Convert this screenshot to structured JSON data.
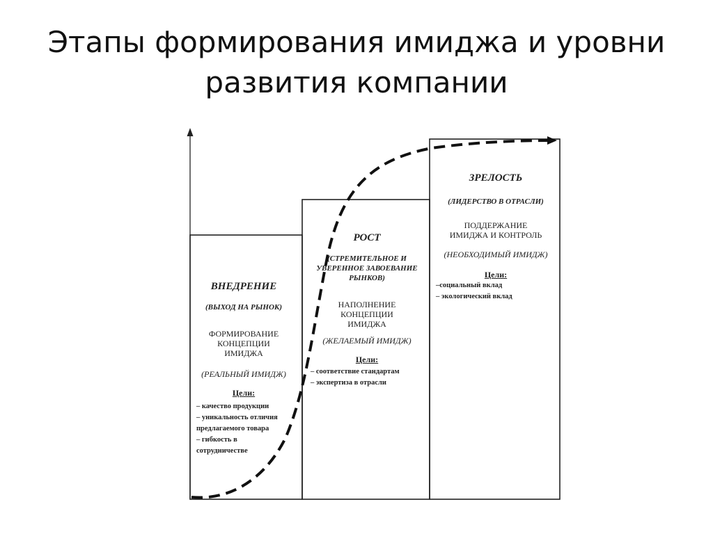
{
  "title": {
    "line1": "Этапы формирования имиджа и уровни",
    "line2": "развития компании"
  },
  "stages": [
    {
      "name": "ВНЕДРЕНИЕ",
      "market": "(ВЫХОД НА РЫНОК)",
      "process": "ФОРМИРОВАНИЕ КОНЦЕПЦИИ ИМИДЖА",
      "image_type": "(РЕАЛЬНЫЙ ИМИДЖ)",
      "goals_label": "Цели:",
      "goals": [
        "– качество продукции",
        "– уникальность отличия предлагаемого товара",
        "– гибкость в сотрудничестве"
      ]
    },
    {
      "name": "РОСТ",
      "market": "(СТРЕМИТЕЛЬНОЕ И УВЕРЕННОЕ ЗАВОЕВАНИЕ РЫНКОВ)",
      "process": "НАПОЛНЕНИЕ КОНЦЕПЦИИ ИМИДЖА",
      "image_type": "(ЖЕЛАЕМЫЙ ИМИДЖ)",
      "goals_label": "Цели:",
      "goals": [
        "– соответствие стандартам",
        "– экспертиза в отрасли"
      ]
    },
    {
      "name": "ЗРЕЛОСТЬ",
      "market": "(ЛИДЕРСТВО В ОТРАСЛИ)",
      "process": "ПОДДЕРЖАНИЕ ИМИДЖА И КОНТРОЛЬ",
      "image_type": "(НЕОБХОДИМЫЙ ИМИДЖ)",
      "goals_label": "Цели:",
      "goals": [
        "–социальный вклад",
        "– экологический вклад"
      ]
    }
  ]
}
